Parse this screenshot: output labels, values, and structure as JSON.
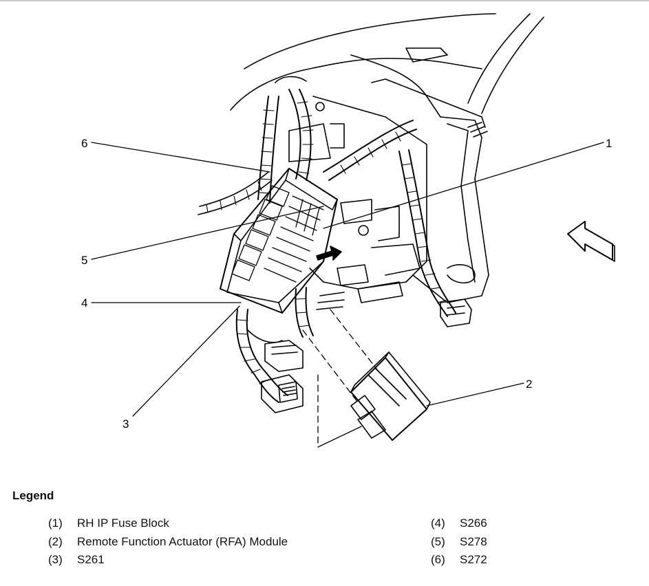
{
  "callouts": {
    "c1": "1",
    "c2": "2",
    "c3": "3",
    "c4": "4",
    "c5": "5",
    "c6": "6"
  },
  "legend": {
    "title": "Legend",
    "items": [
      {
        "num": "(1)",
        "text": "RH IP Fuse Block"
      },
      {
        "num": "(2)",
        "text": "Remote Function Actuator (RFA) Module"
      },
      {
        "num": "(3)",
        "text": "S261"
      },
      {
        "num": "(4)",
        "text": "S266"
      },
      {
        "num": "(5)",
        "text": "S278"
      },
      {
        "num": "(6)",
        "text": "S272"
      }
    ]
  }
}
